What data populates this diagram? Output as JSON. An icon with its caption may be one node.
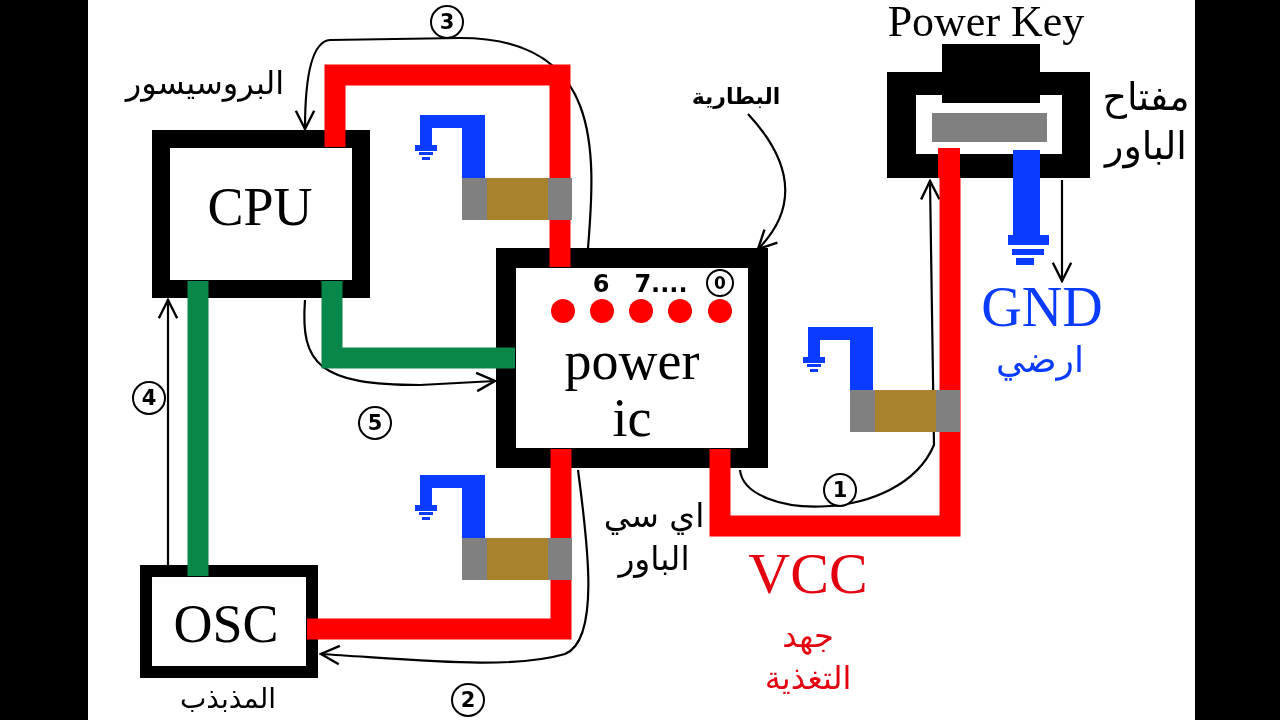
{
  "diagram": {
    "nodes": [
      {
        "text": [
          "Power Key"
        ],
        "beside": [
          "مفتاح الباور"
        ]
      },
      {
        "text": [
          "البطارية"
        ]
      },
      {
        "text": [
          "CPU"
        ],
        "beside": [
          "البروسيسور"
        ]
      },
      {
        "text": [
          "power ic"
        ],
        "beside": [
          "اي سي الباور"
        ]
      },
      {
        "text": [
          "GND"
        ],
        "beside": [
          "ارضي"
        ]
      },
      {
        "text": [
          "OSC"
        ],
        "beside": [
          "المذبذب"
        ]
      }
    ],
    "edges": [
      {
        "from": 1,
        "to": 3,
        "arrow": "to",
        "label": "0"
      },
      {
        "from": 3,
        "to": 0,
        "arrow": "to",
        "label": "1"
      },
      {
        "from": 3,
        "to": 5,
        "arrow": "to",
        "label": "2"
      },
      {
        "from": 3,
        "to": 2,
        "arrow": "to",
        "label": "3"
      },
      {
        "from": 5,
        "to": 2,
        "arrow": "to",
        "label": "4"
      },
      {
        "from": 2,
        "to": 3,
        "arrow": "to",
        "label": "5"
      },
      {
        "from": 0,
        "to": 4,
        "arrow": "to"
      },
      {
        "from": 3,
        "to": 0,
        "arrow": "none",
        "style": "thick",
        "color": "#ff0000"
      },
      {
        "from": 3,
        "to": 5,
        "arrow": "none",
        "style": "thick",
        "color": "#ff0000"
      },
      {
        "from": 3,
        "to": 2,
        "arrow": "none",
        "style": "thick",
        "color": "#ff0000"
      },
      {
        "from": 5,
        "to": 2,
        "arrow": "none",
        "style": "thick",
        "color": "#07884a"
      },
      {
        "from": 2,
        "to": 3,
        "arrow": "none",
        "style": "thick",
        "color": "#07884a"
      }
    ],
    "labels": [
      "6",
      "7....",
      "VCC",
      "جهد التغذية"
    ]
  }
}
